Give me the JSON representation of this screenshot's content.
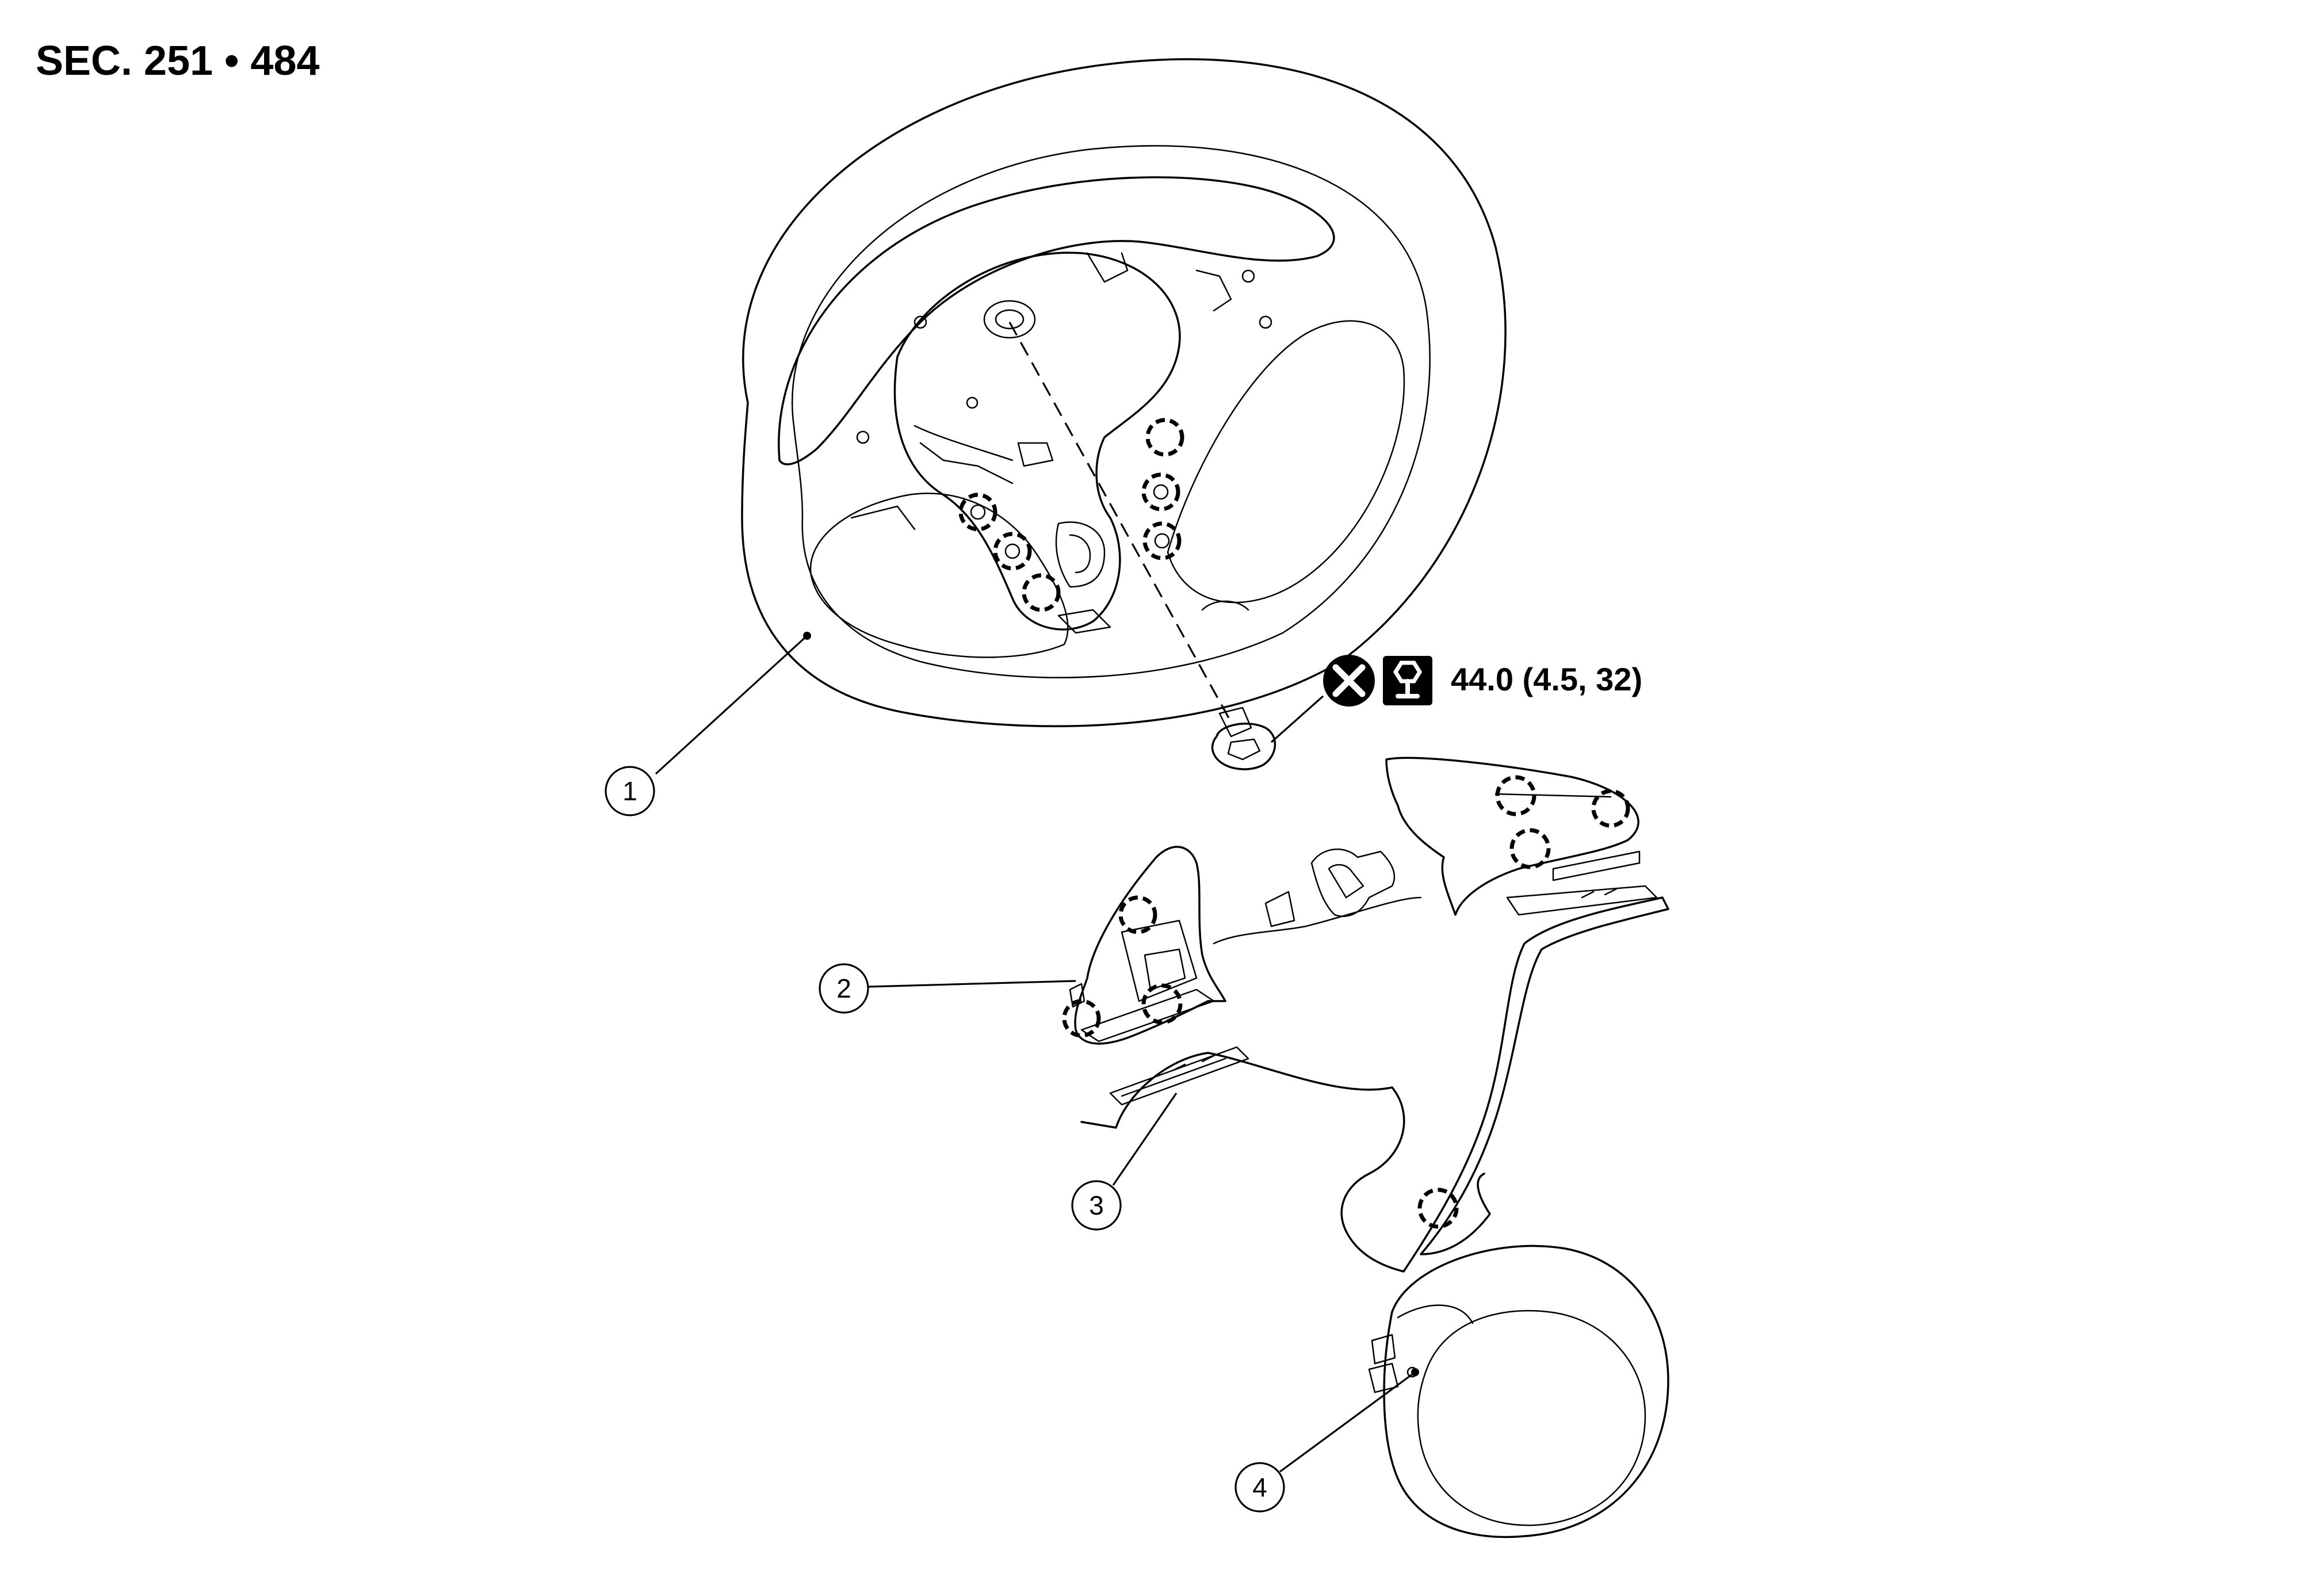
{
  "header": {
    "section_code": "SEC. 251 • 484"
  },
  "callouts": [
    {
      "id": "1",
      "label": "1"
    },
    {
      "id": "2",
      "label": "2"
    },
    {
      "id": "3",
      "label": "3"
    },
    {
      "id": "4",
      "label": "4"
    }
  ],
  "torque_spec": {
    "value_text": "44.0 (4.5, 32)",
    "icons": [
      "do-not-reuse-icon",
      "bolt-tightening-icon"
    ]
  },
  "colors": {
    "line": "#000000",
    "background": "#ffffff"
  }
}
